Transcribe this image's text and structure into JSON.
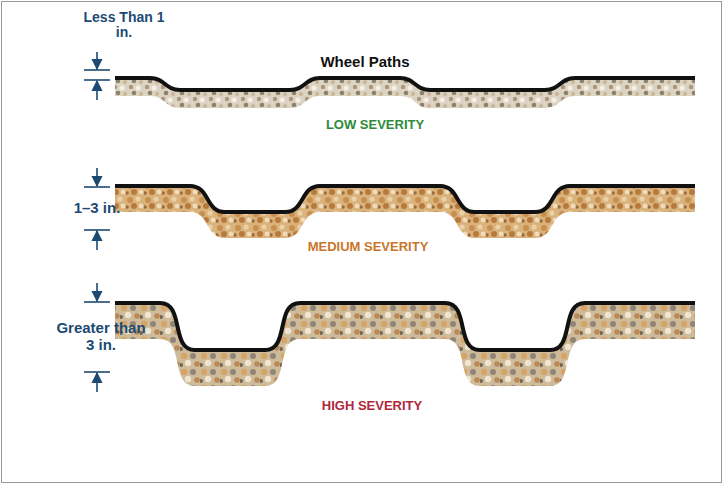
{
  "diagram": {
    "labels": [
      "Less Than 1 in.",
      "Wheel Paths",
      "LOW SEVERITY",
      "1–3 in.",
      "MEDIUM SEVERITY",
      "Greater than 3 in.",
      "HIGH SEVERITY"
    ]
  }
}
